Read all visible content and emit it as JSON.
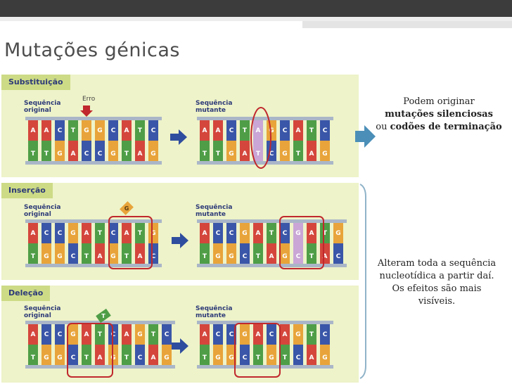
{
  "slide": {
    "title": "Mutações génicas"
  },
  "panels": [
    {
      "tag": "Substituição",
      "original_label": "Sequência original",
      "mutant_label": "Sequência mutante",
      "error_label": "Erro",
      "original_top": [
        "A",
        "A",
        "C",
        "T",
        "G",
        "G",
        "C",
        "A",
        "T",
        "C"
      ],
      "original_bottom": [
        "T",
        "T",
        "G",
        "A",
        "C",
        "C",
        "G",
        "T",
        "A",
        "G"
      ],
      "mutant_top": [
        "A",
        "A",
        "C",
        "T",
        "A",
        "G",
        "C",
        "A",
        "T",
        "C"
      ],
      "mutant_bottom": [
        "T",
        "T",
        "G",
        "A",
        "T",
        "C",
        "G",
        "T",
        "A",
        "G"
      ]
    },
    {
      "tag": "Inserção",
      "original_label": "Sequência original",
      "mutant_label": "Sequência mutante",
      "inserted_letter": "G",
      "original_top": [
        "A",
        "C",
        "C",
        "G",
        "A",
        "T",
        "C",
        "A",
        "T",
        "G"
      ],
      "original_bottom": [
        "T",
        "G",
        "G",
        "C",
        "T",
        "A",
        "G",
        "T",
        "A",
        "C"
      ],
      "mutant_top": [
        "A",
        "C",
        "C",
        "G",
        "A",
        "T",
        "C",
        "G",
        "A",
        "T",
        "G"
      ],
      "mutant_bottom": [
        "T",
        "G",
        "G",
        "C",
        "T",
        "A",
        "G",
        "C",
        "T",
        "A",
        "C"
      ]
    },
    {
      "tag": "Deleção",
      "original_label": "Sequência original",
      "mutant_label": "Sequência mutante",
      "deleted_letter": "T",
      "original_top": [
        "A",
        "C",
        "C",
        "G",
        "A",
        "T",
        "C",
        "A",
        "G",
        "T",
        "C"
      ],
      "original_bottom": [
        "T",
        "G",
        "G",
        "C",
        "T",
        "A",
        "G",
        "T",
        "C",
        "A",
        "G"
      ],
      "mutant_top": [
        "A",
        "C",
        "C",
        "G",
        "A",
        "C",
        "A",
        "G",
        "T",
        "C"
      ],
      "mutant_bottom": [
        "T",
        "G",
        "G",
        "C",
        "T",
        "G",
        "T",
        "C",
        "A",
        "G"
      ]
    }
  ],
  "notes": {
    "silent": {
      "line1": "Podem originar",
      "bold1": "mutações silenciosas",
      "mid": "ou",
      "bold2": "codões de terminação"
    },
    "frameshift": {
      "text": "Alteram toda a sequência nucleotídica a partir daí. Os efeitos são mais visíveis."
    }
  },
  "colors": {
    "A": "#d4463c",
    "T": "#4f9e47",
    "C": "#3a56a8",
    "G": "#e8a43a",
    "mutant_highlight": "#c9a6d6",
    "backbone": "#aab6c8",
    "circle": "#c0282d",
    "arrow": "#2f4d9e",
    "callout_arrow": "#4b8fb8",
    "panel_bg": "#eef3c9",
    "panel_tag": "#cddb86"
  }
}
